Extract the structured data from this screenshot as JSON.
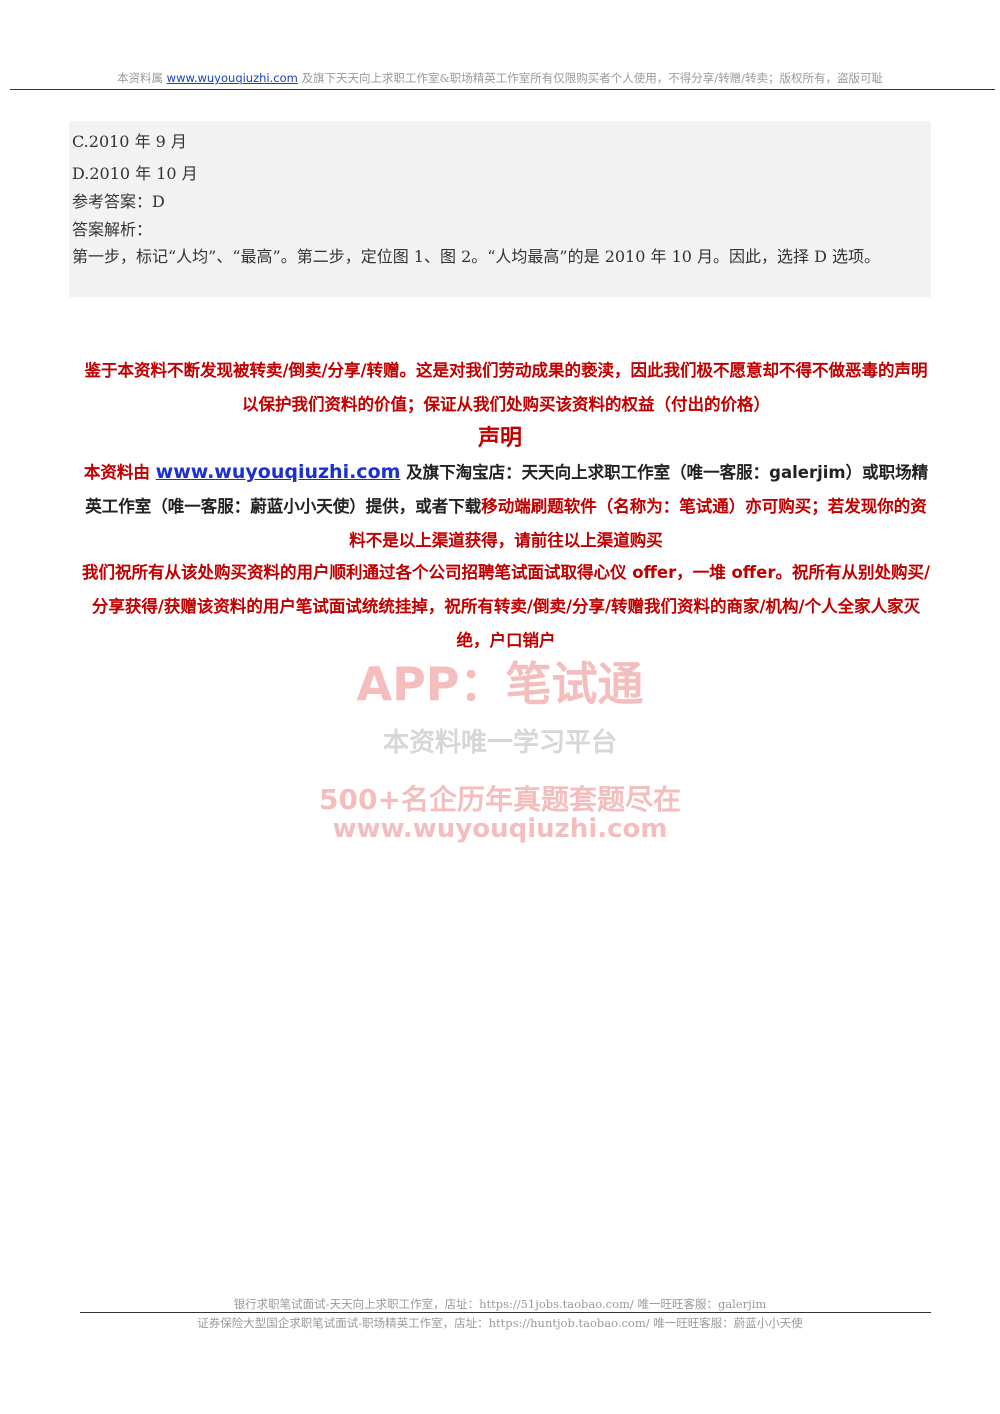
{
  "header": {
    "prefix": "本资料属 ",
    "link": "www.wuyouqiuzhi.com",
    "suffix": " 及旗下天天向上求职工作室&职场精英工作室所有仅限购买者个人使用，不得分享/转赠/转卖；版权所有，盗版可耻"
  },
  "qa": {
    "option_c": "C.2010 年 9 月",
    "option_d": "D.2010 年 10 月",
    "answer": "参考答案：D",
    "analysis_label": "答案解析：",
    "analysis_text": "第一步，标记“人均”、“最高”。第二步，定位图 1、图 2。“人均最高”的是 2010 年 10 月。因此，选择 D 选项。"
  },
  "declaration": {
    "intro": "鉴于本资料不断发现被转卖/倒卖/分享/转赠。这是对我们劳动成果的亵渎，因此我们极不愿意却不得不做恶毒的声明以保护我们资料的价值；保证从我们处购买该资料的权益（付出的价格）",
    "title": "声明",
    "p2_a": "本资料由 ",
    "p2_link": "www.wuyouqiuzhi.com",
    "p2_b": " 及旗下淘宝店：天天向上求职工作室（唯一客服：galerjim）或职场精英工作室（唯一客服：蔚蓝小小天使）提供，或者下载",
    "p2_c": "移动端刷题软件（名称为：笔试通）亦可购买；若发现你的资料不是以上渠道获得，请前往以上渠道购买",
    "p3": "我们祝所有从该处购买资料的用户顺利通过各个公司招聘笔试面试取得心仪 offer，一堆 offer。祝所有从别处购买/分享获得/获赠该资料的用户笔试面试统统挂掉，祝所有转卖/倒卖/分享/转赠我们资料的商家/机构/个人全家人家灭绝，户口销户"
  },
  "watermark": {
    "app": "APP：笔试通",
    "platform": "本资料唯一学习平台",
    "slogan": "500+名企历年真题套题尽在",
    "url": "www.wuyouqiuzhi.com"
  },
  "footer": {
    "line1_prefix": "银行求职笔试面试-天天向上求职工作室，店址：",
    "line1_link": "https://51jobs.taobao.com/",
    "line1_suffix": " 唯一旺旺客服：galerjim",
    "line2_prefix": "证券保险大型国企求职笔试面试-职场精英工作室，店址：",
    "line2_link": "https://huntjob.taobao.com/",
    "line2_suffix": " 唯一旺旺客服：蔚蓝小小天使"
  },
  "colors": {
    "declaration_red": "#c00000",
    "link_blue": "#1a30d0",
    "watermark_red": "#e14646"
  }
}
